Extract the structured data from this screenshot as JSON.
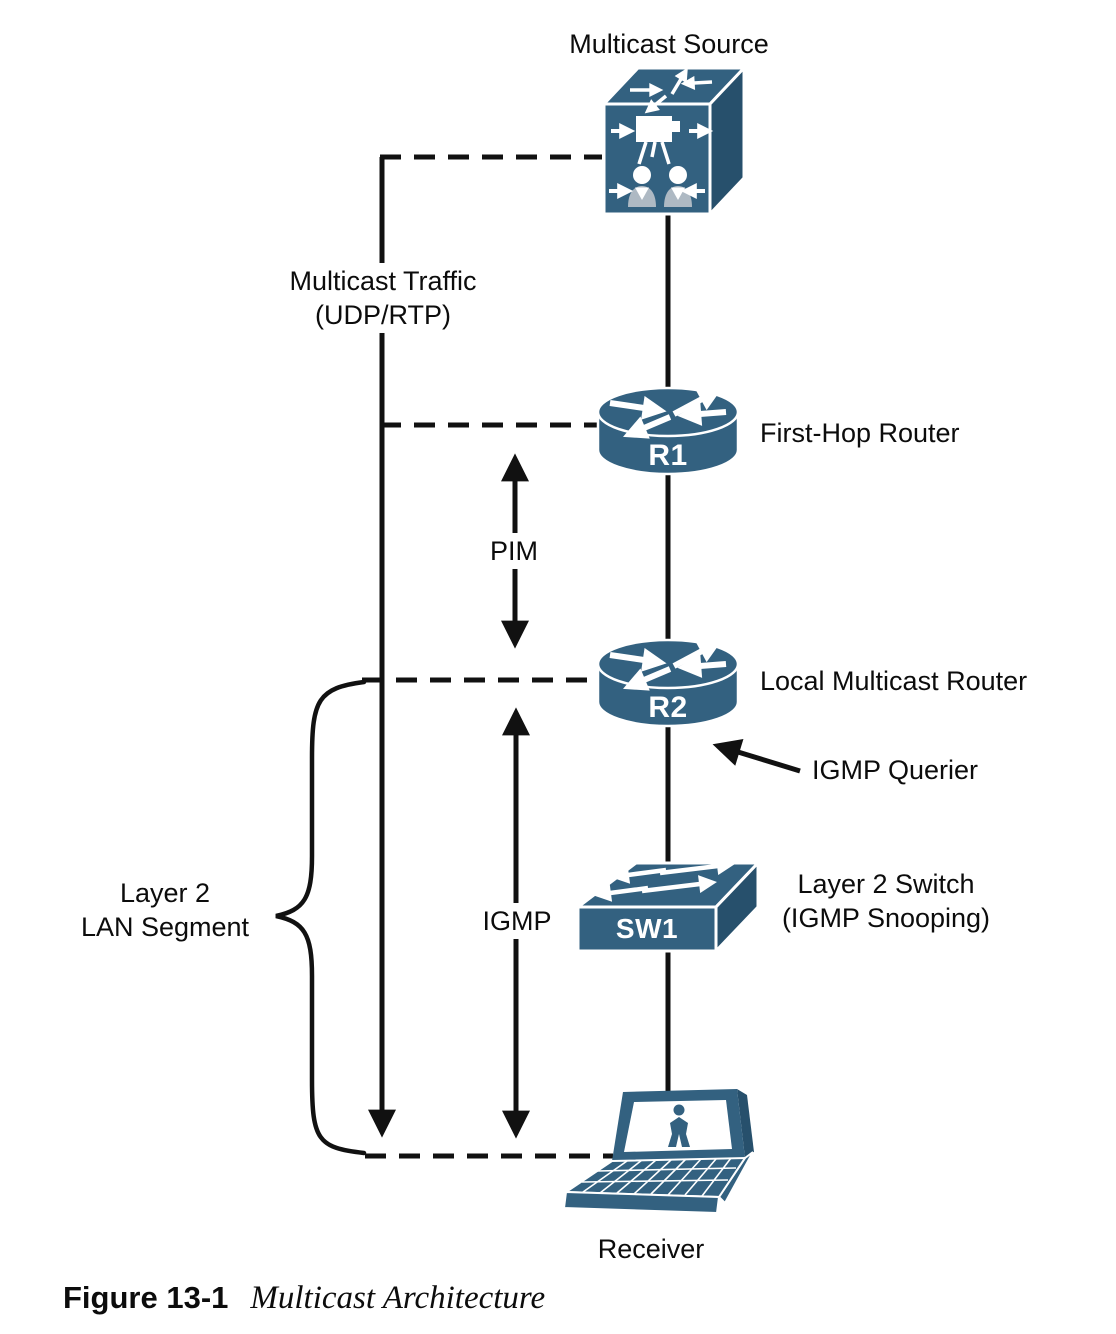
{
  "figure": {
    "number": "Figure 13-1",
    "title": "Multicast Architecture"
  },
  "nodes": {
    "source": {
      "label": "Multicast Source"
    },
    "r1": {
      "device": "R1",
      "label": "First-Hop Router"
    },
    "r2": {
      "device": "R2",
      "label": "Local Multicast Router"
    },
    "sw1": {
      "device": "SW1",
      "label_line1": "Layer 2 Switch",
      "label_line2": "(IGMP Snooping)"
    },
    "receiver": {
      "label": "Receiver"
    }
  },
  "annotations": {
    "traffic_line1": "Multicast Traffic",
    "traffic_line2": "(UDP/RTP)",
    "pim": "PIM",
    "igmp": "IGMP",
    "querier": "IGMP Querier",
    "lan_line1": "Layer 2",
    "lan_line2": "LAN Segment"
  },
  "colors": {
    "device_fill": "#336180",
    "device_shade": "#27506C",
    "person_fill": "#AEB9C3",
    "line": "#111111"
  }
}
